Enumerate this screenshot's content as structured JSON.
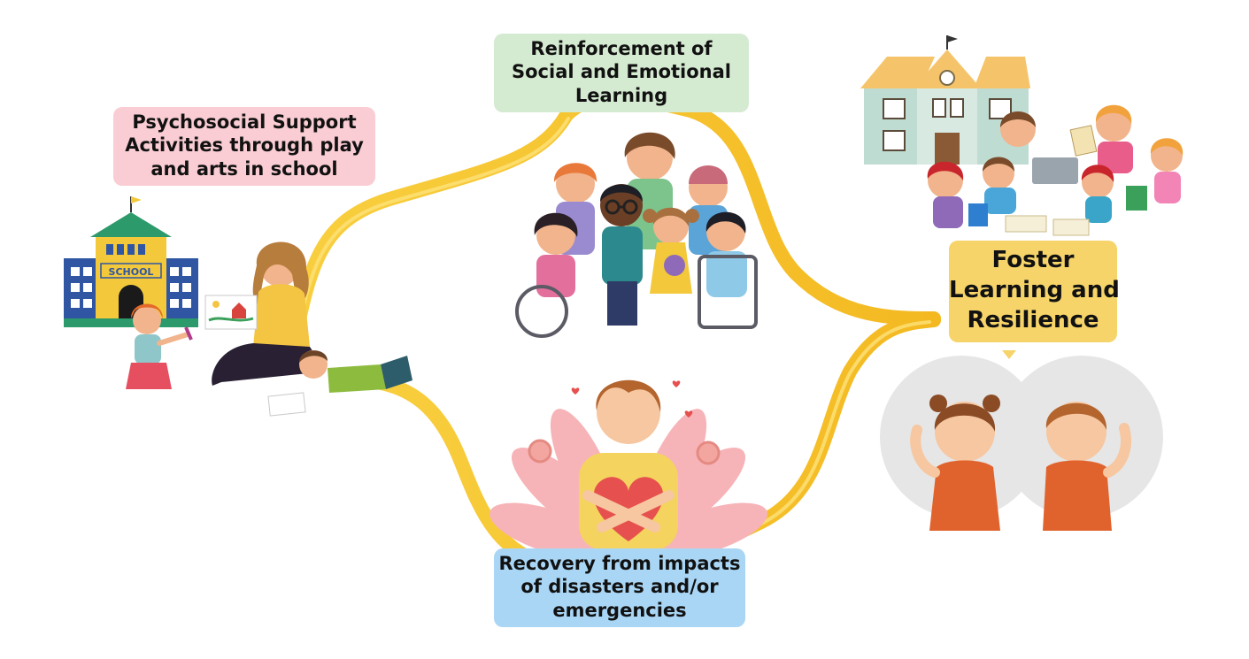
{
  "nodes": {
    "psychosocial": {
      "lines": [
        "Psychosocial Support",
        "Activities through play",
        "and arts in school"
      ],
      "color": "#f9cdd3"
    },
    "sel": {
      "lines": [
        "Reinforcement of",
        "Social and Emotional",
        "Learning"
      ],
      "color": "#d5ebd1"
    },
    "recovery": {
      "lines": [
        "Recovery from impacts",
        "of disasters and/or",
        "emergencies"
      ],
      "color": "#a9d6f5"
    },
    "foster": {
      "lines": [
        "Foster",
        "Learning and",
        "Resilience"
      ],
      "color": "#f6d469"
    }
  },
  "illustrations": {
    "school_building_sign": "SCHOOL"
  },
  "colors": {
    "path": "#f7c62f",
    "path_highlight": "#fde27a"
  }
}
